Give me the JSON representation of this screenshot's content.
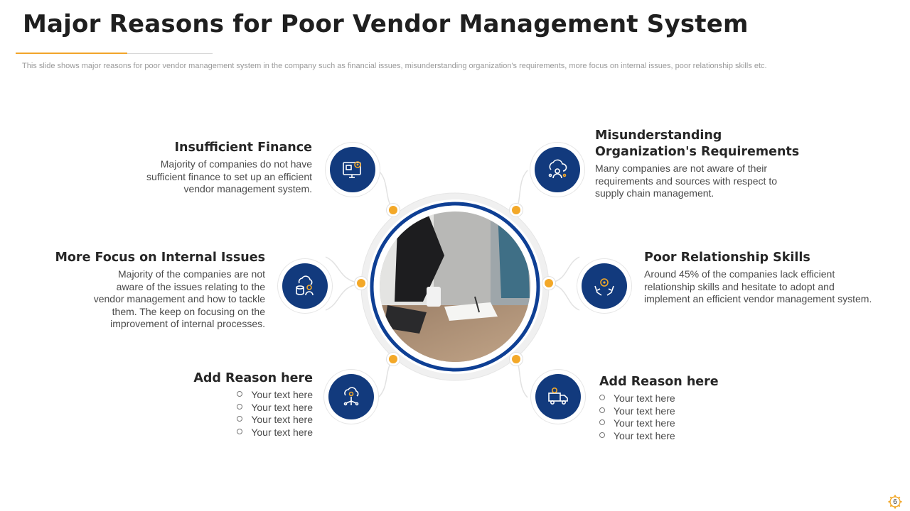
{
  "slide": {
    "title": "Major Reasons for Poor Vendor Management System",
    "subtitle": "This slide shows major reasons for poor vendor management system in the company such as financial issues, misunderstanding organization's requirements, more focus on internal issues, poor relationship skills etc.",
    "page_number": "6"
  },
  "reasons": {
    "insufficient_finance": {
      "title": "Insufficient Finance",
      "lines": [
        "Majority of companies do not have",
        "sufficient finance to set up an efficient",
        "vendor management system."
      ]
    },
    "misunderstanding": {
      "title_lines": [
        "Misunderstanding",
        "Organization's Requirements"
      ],
      "lines": [
        "Many companies are not aware of their",
        "requirements and sources with respect to",
        "supply chain management."
      ]
    },
    "internal_issues": {
      "title": "More Focus on Internal Issues",
      "lines": [
        "Majority of the companies are not",
        "aware of the issues relating to the",
        "vendor management and how to tackle",
        "them. The keep on focusing on the",
        "improvement of internal processes."
      ]
    },
    "relationship_skills": {
      "title": "Poor Relationship Skills",
      "lines": [
        "Around 45% of the companies lack efficient",
        "relationship skills and hesitate to adopt and",
        "implement an efficient vendor management system."
      ]
    },
    "add_left": {
      "title": "Add Reason here",
      "bullets": [
        "Your text here",
        "Your text here",
        "Your text here",
        "Your text here"
      ]
    },
    "add_right": {
      "title": "Add Reason here",
      "bullets": [
        "Your text here",
        "Your text here",
        "Your text here",
        "Your text here"
      ]
    }
  },
  "icons": {
    "top_left": "computer-settings-icon",
    "top_right": "cloud-network-user-icon",
    "mid_left": "cloud-server-person-icon",
    "mid_right": "hands-gear-icon",
    "bottom_left": "cloud-gear-tree-icon",
    "bottom_right": "delivery-truck-gear-icon"
  },
  "colors": {
    "primary": "#123a7d",
    "accent": "#f3a828",
    "ring": "#0e3f94"
  },
  "center_image": "photo-people-at-desk-with-laptop-and-coffee"
}
